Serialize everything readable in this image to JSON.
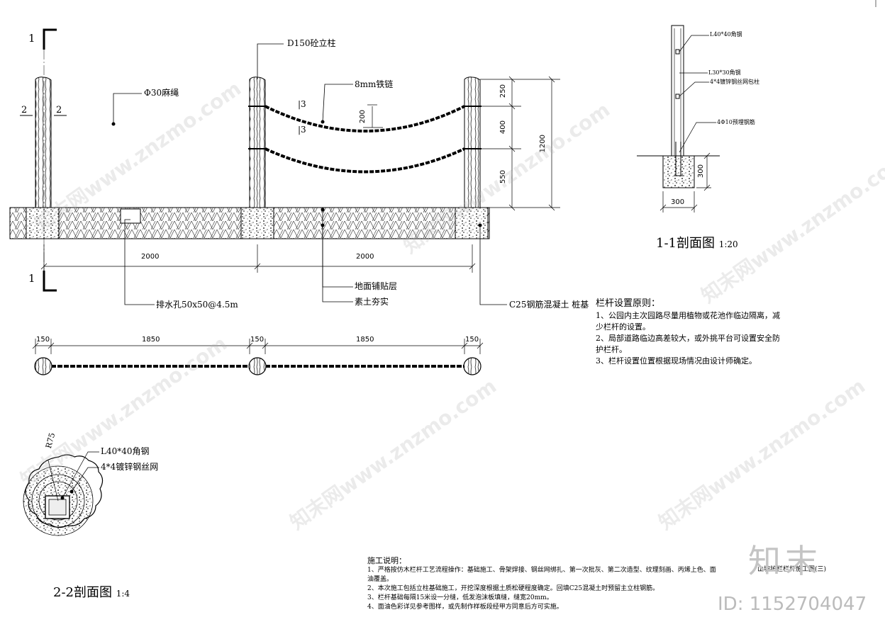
{
  "elevation": {
    "column_label": "D150砼立柱",
    "rope_label": "Φ30麻绳",
    "chain_label": "8mm铁链",
    "drain_label": "排水孔50x50@4.5m",
    "paving_label": "地面铺贴层",
    "soil_label": "素土夯实",
    "footing_label": "C25钢筋混凝土 桩基",
    "section_mark_1": "1",
    "section_mark_2": "2",
    "section_mark_3": "3",
    "dim_span": "2000",
    "dim_250": "250",
    "dim_200": "200",
    "dim_400": "400",
    "dim_550": "550",
    "dim_1200": "1200"
  },
  "plan": {
    "dim_150": "150",
    "dim_1850": "1850"
  },
  "section_1_1": {
    "angle_label": "L40*40角钢",
    "angle2_label": "L30*30角钢",
    "mesh_label": "4*4镀锌钢丝网包柱",
    "rebar_label": "4Φ10预埋钢筋",
    "dim_300": "300",
    "title": "1-1剖面图",
    "scale": "1:20"
  },
  "section_2_2": {
    "radius_label": "R75",
    "angle_label": "L40*40角钢",
    "mesh_label": "4*4镀锌钢丝网",
    "title": "2-2剖面图",
    "scale": "1:4"
  },
  "principles": {
    "heading": "栏杆设置原则：",
    "item1": "1、公园内主次园路尽量用植物或花池作临边隔离，减少栏杆的设置。",
    "item2": "2、局部道路临边高差较大，或外挑平台可设置安全防护栏杆。",
    "item3": "3、栏杆设置位置根据现场情况由设计师确定。"
  },
  "notes": {
    "heading": "施工说明：",
    "item1": "1、严格按仿木栏杆工艺流程操作：基础施工、骨架焊接、钢丝网绑扎、第一次批灰、第二次造型、纹理刻画、丙烯上色、面油覆盖。",
    "item2": "2、本次施工包括立柱基础施工，开挖深度根据土质松硬程度确定。回填C25混凝土时预留主立柱钢筋。",
    "item3": "3、栏杆基础每隔15米设一分缝，低发泡沫板填缝，缝宽20mm。",
    "item4": "4、面油色彩详见参考图样，或先制作样板段经甲方同意后方可实施。"
  },
  "sheet_title": "山坡护栏栏杆施工图(三)",
  "watermark": {
    "text": "知末网www.znzmo.com",
    "logo": "知末",
    "id": "ID: 1152704047"
  }
}
